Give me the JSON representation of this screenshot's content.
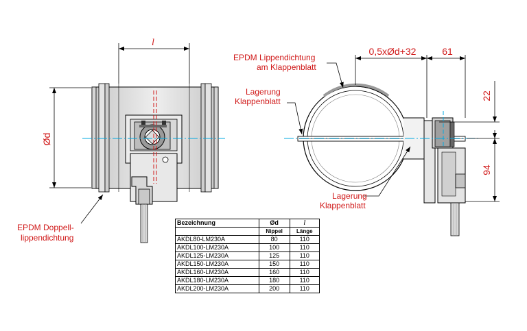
{
  "labels": {
    "length_symbol": "l",
    "diameter": "Ød",
    "epdm_lip_seal_line1": "EPDM Lippendichtung",
    "epdm_lip_seal_line2": "am Klappenblatt",
    "bearing_top_line1": "Lagerung",
    "bearing_top_line2": "Klappenblatt",
    "bearing_bottom_line1": "Lagerung",
    "bearing_bottom_line2": "Klappenblatt",
    "epdm_double_line1": "EPDM Doppell-",
    "epdm_double_line2": "lippendichtung",
    "dim_half_d": "0,5xØd+32",
    "dim_61": "61",
    "dim_22": "22",
    "dim_94": "94"
  },
  "table": {
    "headers": {
      "name": "Bezeichnung",
      "d": "Ød",
      "l": "l"
    },
    "subheaders": {
      "d": "Nippel",
      "l": "Länge"
    },
    "rows": [
      {
        "name": "AKDL80-LM230A",
        "d": "80",
        "l": "110"
      },
      {
        "name": "AKDL100-LM230A",
        "d": "100",
        "l": "110"
      },
      {
        "name": "AKDL125-LM230A",
        "d": "125",
        "l": "110"
      },
      {
        "name": "AKDL150-LM230A",
        "d": "150",
        "l": "110"
      },
      {
        "name": "AKDL160-LM230A",
        "d": "160",
        "l": "110"
      },
      {
        "name": "AKDL180-LM230A",
        "d": "180",
        "l": "110"
      },
      {
        "name": "AKDL200-LM230A",
        "d": "200",
        "l": "110"
      }
    ]
  },
  "colors": {
    "dimension": "#d01818",
    "centerline": "#00a8e0",
    "outline": "#000000",
    "shade": "#c8c8c8"
  }
}
